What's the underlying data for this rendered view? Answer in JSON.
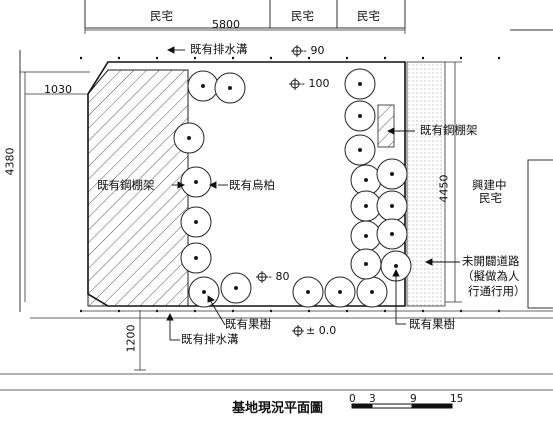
{
  "labels": {
    "house_1": "民宅",
    "house_2": "民宅",
    "house_3": "民宅",
    "drain_top": "既有排水溝",
    "drain_bottom": "既有排水溝",
    "elev_90": "- 90",
    "elev_100": "- 100",
    "elev_80": "- 80",
    "elev_0": "± 0.0",
    "trellis_left": "既有鋼棚架",
    "trellis_right": "既有鋼棚架",
    "tree_podocarpus": "既有烏柏",
    "fruit_tree_bottom": "既有果樹",
    "fruit_tree_right": "既有果樹",
    "under_construction_1": "興建中",
    "under_construction_2": "民宅",
    "road_1": "未開闢道路",
    "road_2": "（擬做為人",
    "road_3": "行通行用）"
  },
  "dimensions": {
    "width_top": "5800",
    "offset_left": "1030",
    "height_left": "4380",
    "height_right": "4450",
    "offset_bottom": "1200"
  },
  "title": "基地現況平面圖",
  "scale_bar": {
    "ticks": [
      "0",
      "3",
      "9",
      "15"
    ]
  }
}
